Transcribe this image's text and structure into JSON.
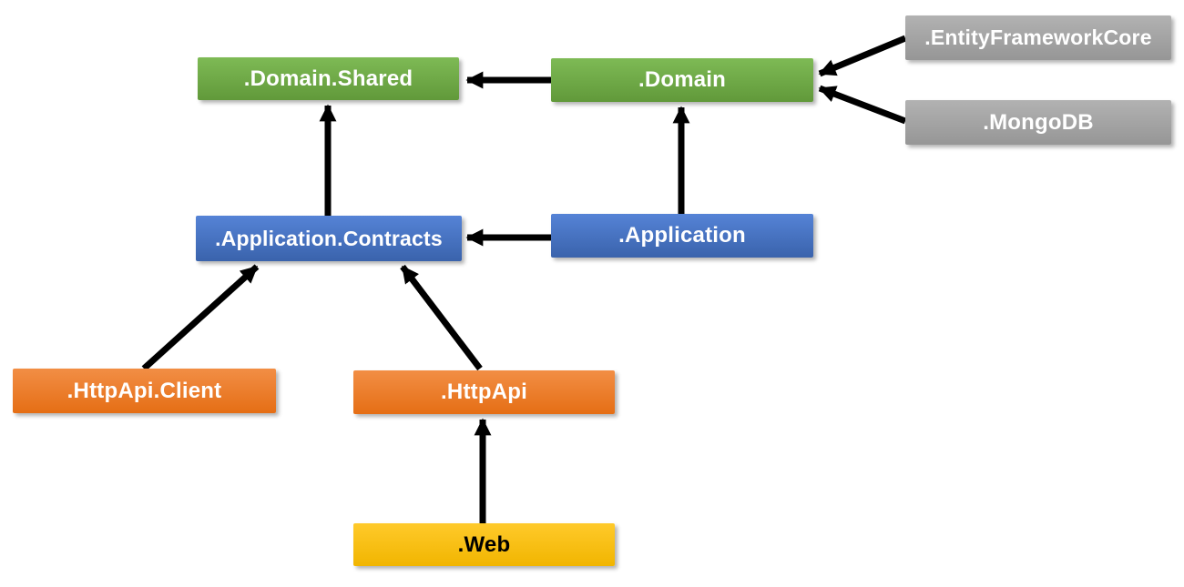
{
  "diagram": {
    "type": "dependency-diagram",
    "arrow_color": "#000000",
    "background_color": "#ffffff",
    "nodes": [
      {
        "id": "domain-shared",
        "label": ".Domain.Shared",
        "color_group": "green",
        "fill_top": "#7EBA55",
        "fill_bottom": "#61993A",
        "text_color": "#FFFFFF"
      },
      {
        "id": "domain",
        "label": ".Domain",
        "color_group": "green",
        "fill_top": "#7EBA55",
        "fill_bottom": "#61993A",
        "text_color": "#FFFFFF"
      },
      {
        "id": "entity-framework-core",
        "label": ".EntityFrameworkCore",
        "color_group": "gray",
        "fill_top": "#B2B2B2",
        "fill_bottom": "#969696",
        "text_color": "#FFFFFF"
      },
      {
        "id": "mongodb",
        "label": ".MongoDB",
        "color_group": "gray",
        "fill_top": "#B2B2B2",
        "fill_bottom": "#969696",
        "text_color": "#FFFFFF"
      },
      {
        "id": "application-contracts",
        "label": ".Application.Contracts",
        "color_group": "blue",
        "fill_top": "#5583D6",
        "fill_bottom": "#3A63AC",
        "text_color": "#FFFFFF"
      },
      {
        "id": "application",
        "label": ".Application",
        "color_group": "blue",
        "fill_top": "#5583D6",
        "fill_bottom": "#3A63AC",
        "text_color": "#FFFFFF"
      },
      {
        "id": "httpapi-client",
        "label": ".HttpApi.Client",
        "color_group": "orange",
        "fill_top": "#F28E45",
        "fill_bottom": "#E56E15",
        "text_color": "#FFFFFF"
      },
      {
        "id": "httpapi",
        "label": ".HttpApi",
        "color_group": "orange",
        "fill_top": "#F28E45",
        "fill_bottom": "#E56E15",
        "text_color": "#FFFFFF"
      },
      {
        "id": "web",
        "label": ".Web",
        "color_group": "gold",
        "fill_top": "#FFCA2B",
        "fill_bottom": "#F1B500",
        "text_color": "#000000"
      }
    ],
    "edges": [
      {
        "from": "domain",
        "to": "domain-shared"
      },
      {
        "from": "entity-framework-core",
        "to": "domain"
      },
      {
        "from": "mongodb",
        "to": "domain"
      },
      {
        "from": "application-contracts",
        "to": "domain-shared"
      },
      {
        "from": "application",
        "to": "domain"
      },
      {
        "from": "application",
        "to": "application-contracts"
      },
      {
        "from": "httpapi-client",
        "to": "application-contracts"
      },
      {
        "from": "httpapi",
        "to": "application-contracts"
      },
      {
        "from": "web",
        "to": "httpapi"
      }
    ]
  }
}
